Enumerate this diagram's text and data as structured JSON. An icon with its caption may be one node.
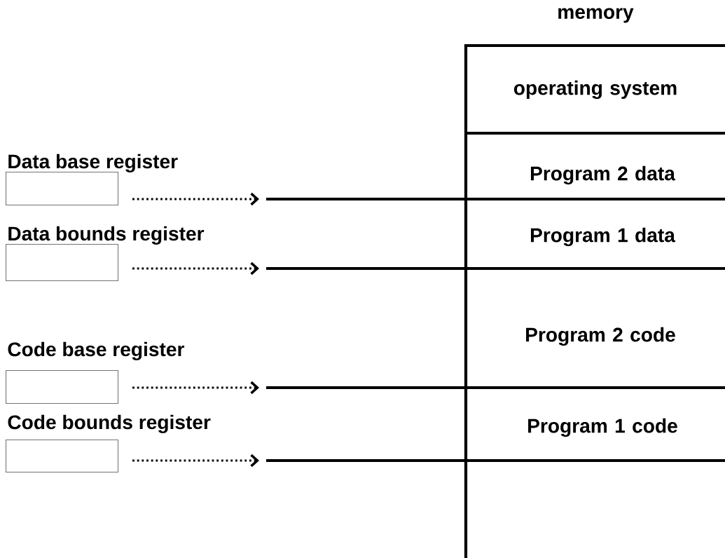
{
  "diagram": {
    "nodes": [
      {
        "text": [
          "memory"
        ]
      },
      {
        "text": [
          "operating system"
        ],
        "in": 0
      },
      {
        "text": [
          "Program 2 data"
        ],
        "in": 0
      },
      {
        "text": [
          "Program 1 data"
        ],
        "in": 0
      },
      {
        "text": [
          "Program 2 code"
        ],
        "in": 0
      },
      {
        "text": [
          "Program 1 code"
        ],
        "in": 0
      },
      {
        "text": [
          "Data base register"
        ]
      },
      {
        "text": [
          "Data bounds register"
        ]
      },
      {
        "text": [
          "Code base register"
        ]
      },
      {
        "text": [
          "Code bounds register"
        ]
      }
    ],
    "edges": [
      {
        "from": 6,
        "to": null,
        "arrow": "to",
        "style": "dashed"
      },
      {
        "from": 7,
        "to": null,
        "arrow": "to",
        "style": "dashed"
      },
      {
        "from": 8,
        "to": null,
        "arrow": "to",
        "style": "dashed"
      },
      {
        "from": 9,
        "to": null,
        "arrow": "to",
        "style": "dashed"
      }
    ]
  }
}
